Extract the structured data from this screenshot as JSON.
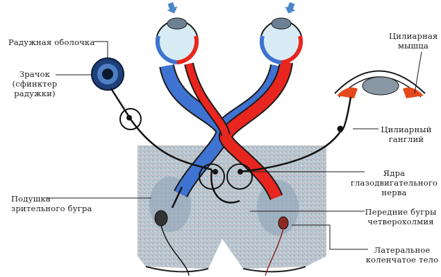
{
  "title": "Pupillary light reflex pathway",
  "colors": {
    "left_pathway": "#3f73d1",
    "right_pathway": "#e8261f",
    "brainstem": "#b4c1cc",
    "iris": "#1d3f7a",
    "ciliary_muscle": "#e4481c",
    "eye_fill": "#d8ecf5",
    "arrow": "#4a86c8"
  },
  "labels": {
    "iris": "Радужная оболочка",
    "pupil_line1": "Зрачок",
    "pupil_line2": "(сфинктер",
    "pupil_line3": "радужки)",
    "ciliary_muscle_line1": "Цилиарная",
    "ciliary_muscle_line2": "мышца",
    "ciliary_ganglion_line1": "Цилиарный",
    "ciliary_ganglion_line2": "ганглий",
    "oculomotor_nuclei_line1": "Ядра",
    "oculomotor_nuclei_line2": "глазодвигательного",
    "oculomotor_nuclei_line3": "нерва",
    "pulvinar_line1": "Подушка",
    "pulvinar_line2": "зрительного бугра",
    "superior_colliculi_line1": "Передние бугры",
    "superior_colliculi_line2": "четверохолмия",
    "lgn_line1": "Латеральное",
    "lgn_line2": "коленчатое тело"
  }
}
